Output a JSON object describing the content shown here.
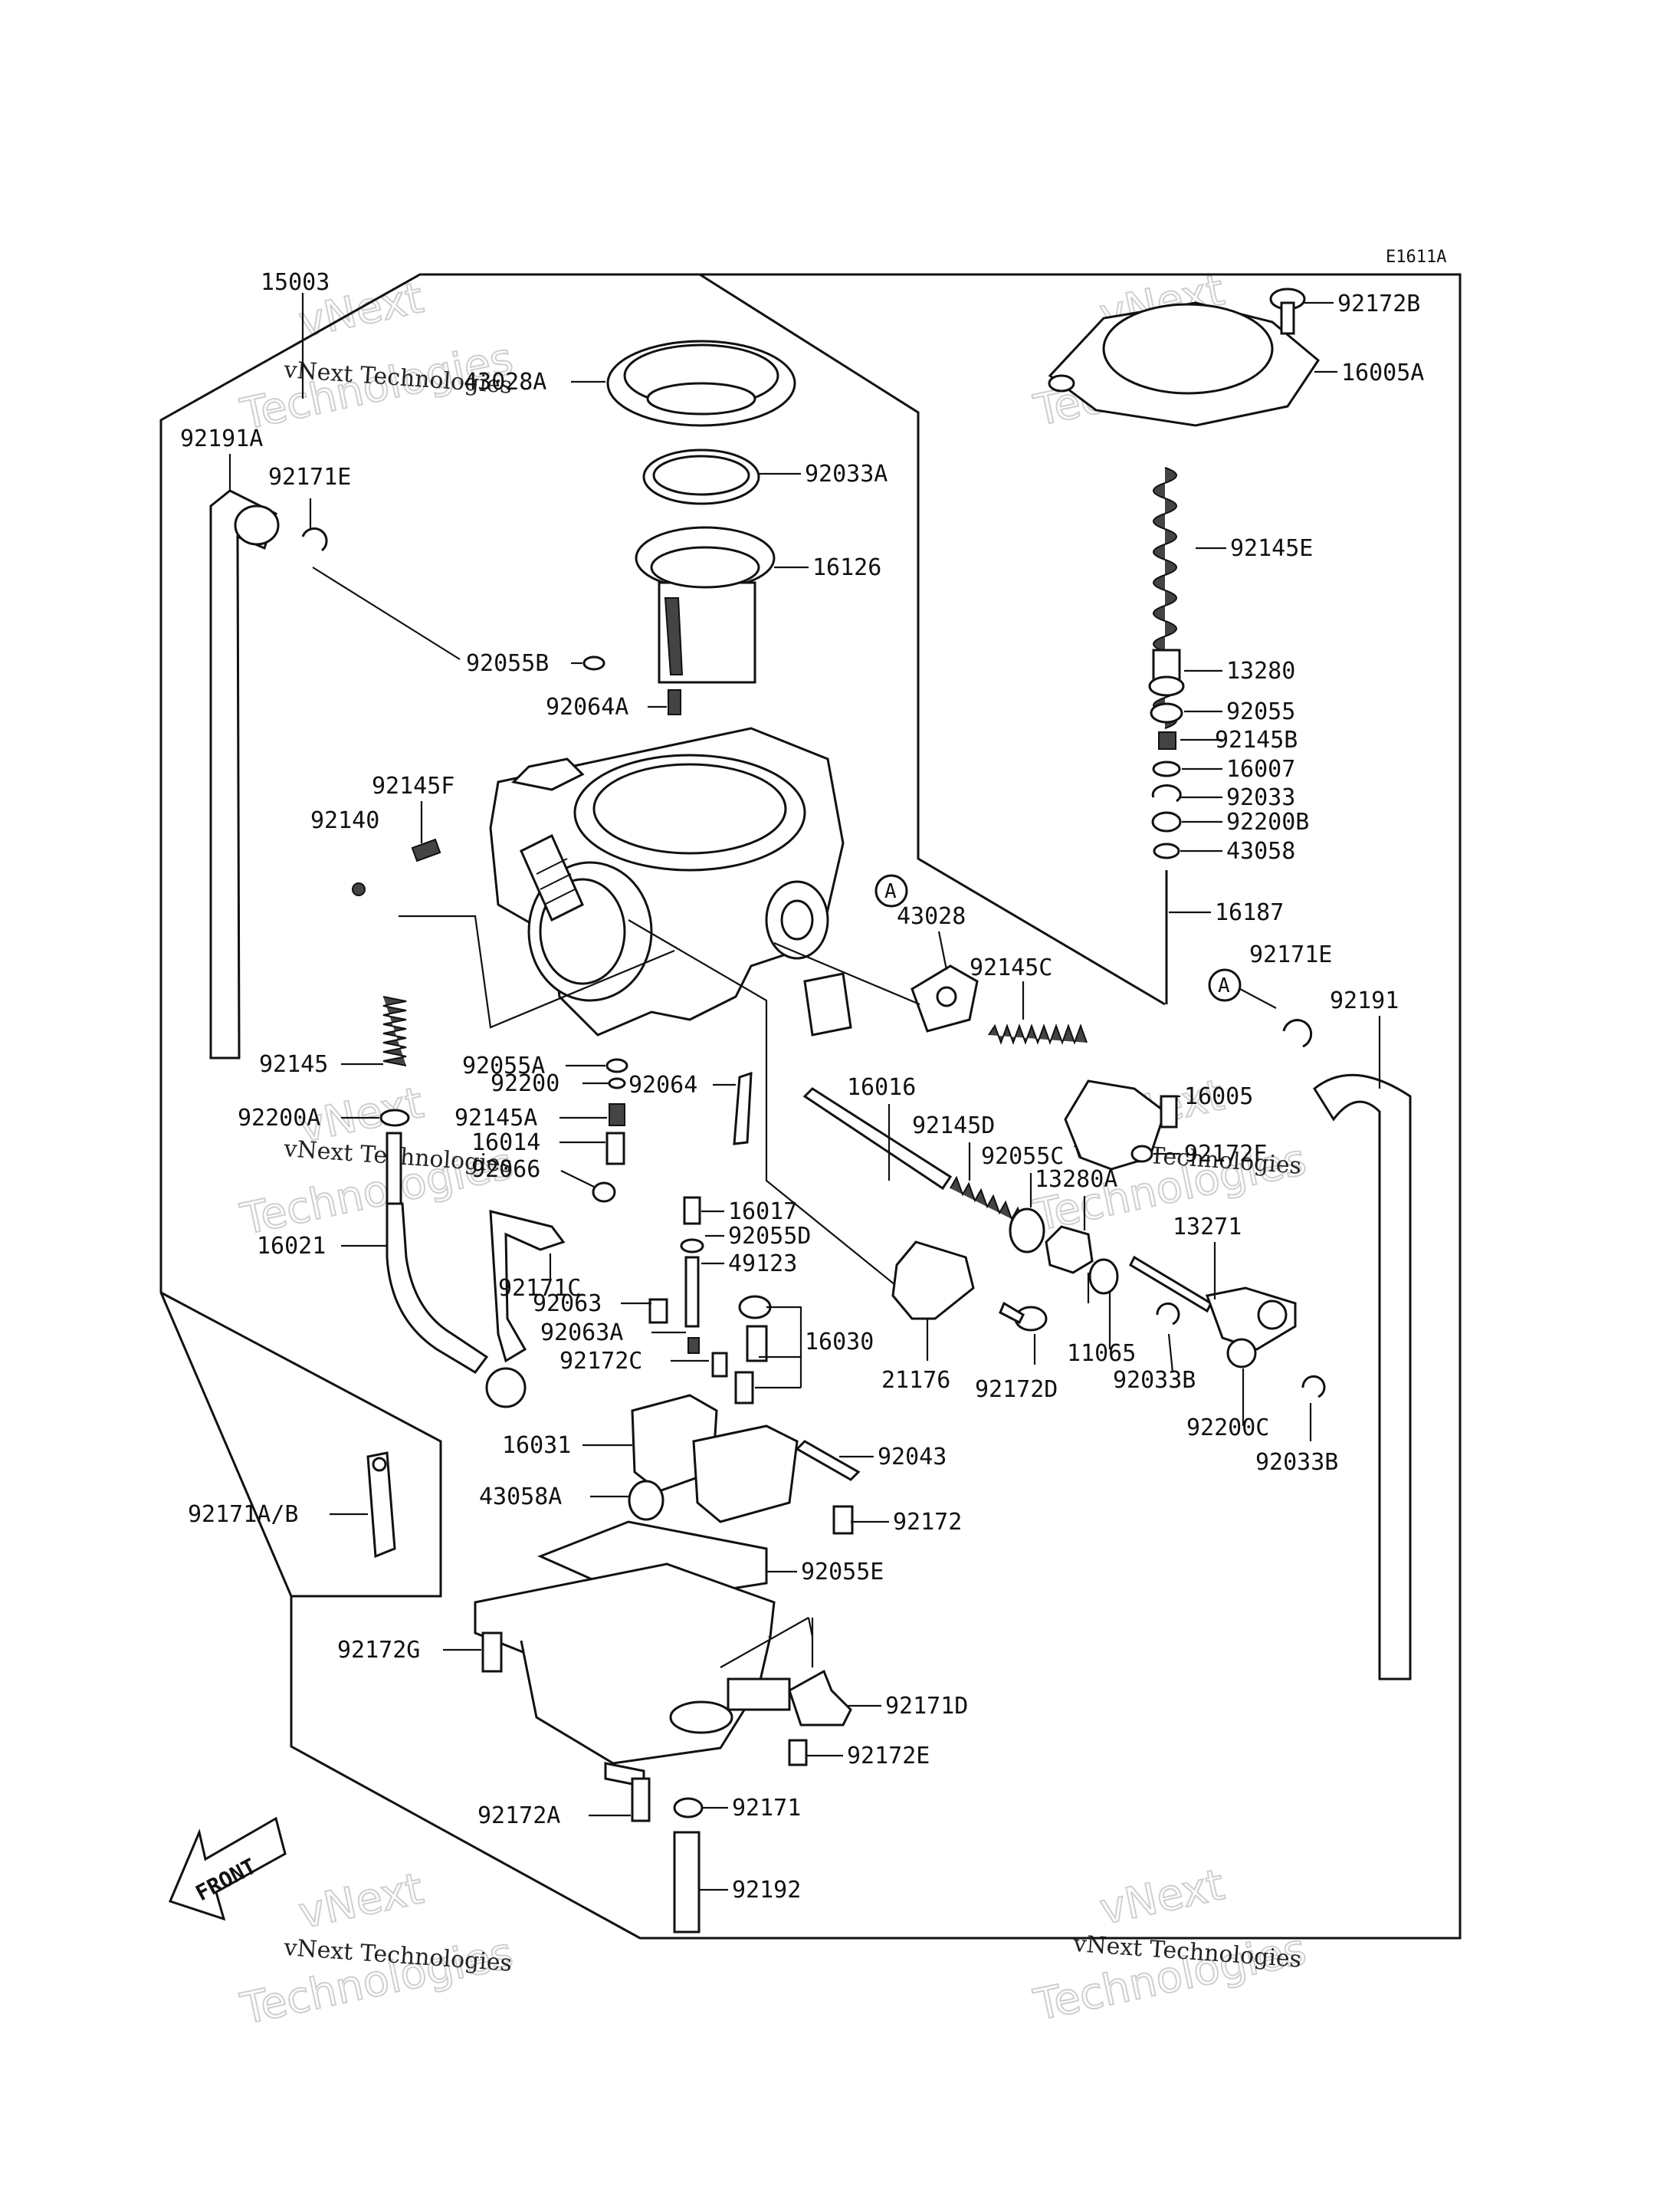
{
  "diagram": {
    "code": "E1611A",
    "front_label": "FRONT",
    "reference_marker": "A",
    "watermark": {
      "line1": "vNext Technologies",
      "line2": "vNext",
      "line3": "Technologies"
    }
  },
  "parts": {
    "p15003": "15003",
    "p43028A": "43028A",
    "p92172B": "92172B",
    "p16005A": "16005A",
    "p92191A": "92191A",
    "p92171E_l": "92171E",
    "p92033A": "92033A",
    "p16126": "16126",
    "p92145E": "92145E",
    "p92055B": "92055B",
    "p13280": "13280",
    "p92064A": "92064A",
    "p92055": "92055",
    "p92145B": "92145B",
    "p16007": "16007",
    "p92145F": "92145F",
    "p92033": "92033",
    "p92200B": "92200B",
    "p92140": "92140",
    "p43058": "43058",
    "p43028": "43028",
    "p16187": "16187",
    "p92145C": "92145C",
    "p92171E_r": "92171E",
    "p92191": "92191",
    "p92145": "92145",
    "p92055A": "92055A",
    "p92200": "92200",
    "p92064": "92064",
    "p16016": "16016",
    "p16005": "16005",
    "p92200A": "92200A",
    "p92145A": "92145A",
    "p92145D": "92145D",
    "p16014": "16014",
    "p92055C": "92055C",
    "p92172F": "92172F",
    "p92066": "92066",
    "p13280A": "13280A",
    "p16017": "16017",
    "p92055D": "92055D",
    "p16021": "16021",
    "p13271": "13271",
    "p49123": "49123",
    "p92171C": "92171C",
    "p92063": "92063",
    "p92063A": "92063A",
    "p16030": "16030",
    "p92172C": "92172C",
    "p11065": "11065",
    "p92033B_1": "92033B",
    "p21176": "21176",
    "p92172D": "92172D",
    "p92200C": "92200C",
    "p92033B_2": "92033B",
    "p16031": "16031",
    "p92043": "92043",
    "p43058A": "43058A",
    "p92171AB": "92171A/B",
    "p92172": "92172",
    "p92055E": "92055E",
    "p92172G": "92172G",
    "p92171D": "92171D",
    "p92172E": "92172E",
    "p92171": "92171",
    "p92172A": "92172A",
    "p92192": "92192"
  }
}
